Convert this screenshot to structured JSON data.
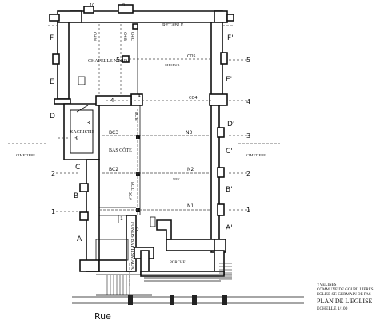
{
  "rooms": {
    "retable": "RETABLE",
    "chapelle_nord": "CHAPELLE NORD",
    "choeur": "CHOEUR",
    "sacristie": "SACRISTIE",
    "bas_cote": "BAS CÔTE",
    "nef": "NEF",
    "fonds_baptismaux": "FONDS BAPTISMAUX",
    "porche": "PORCHE"
  },
  "cimetiere_left": "CIMETIERE",
  "cimetiere_right": "CIMETIERE",
  "street": "Rue",
  "title_block": {
    "line1": "YVELINES",
    "line2": "COMMUNE DE GOUPILLIERES",
    "line3": "EGLISE ST. GERMAIN DE PAS",
    "line4": "PLAN DE L'EGLISE",
    "line5": "ECHELLE 1/100"
  },
  "axes_left": [
    "F",
    "E",
    "D",
    "C",
    "B",
    "A"
  ],
  "axes_right": [
    "F'",
    "E'",
    "D'",
    "C'",
    "B'",
    "A'"
  ],
  "row_numbers": [
    "5",
    "4",
    "3",
    "2",
    "1"
  ],
  "section_labels": {
    "co5": "CO5",
    "co4": "CO4",
    "n3": "N3",
    "n2a": "N2",
    "n1": "N1",
    "bc3": "BC3",
    "bc2": "BC2",
    "ch_n": "CH.N",
    "ch_b": "CH.B",
    "ch_c": "CH.C",
    "bc_b": "BC.B",
    "bc_c": "BC.C",
    "bc_a": "BC.A"
  },
  "top_marks": {
    "m1": "10",
    "m2": "9"
  },
  "sacristy_door": "3",
  "small_marks": {
    "a": "1",
    "b": "2",
    "c": "4"
  }
}
